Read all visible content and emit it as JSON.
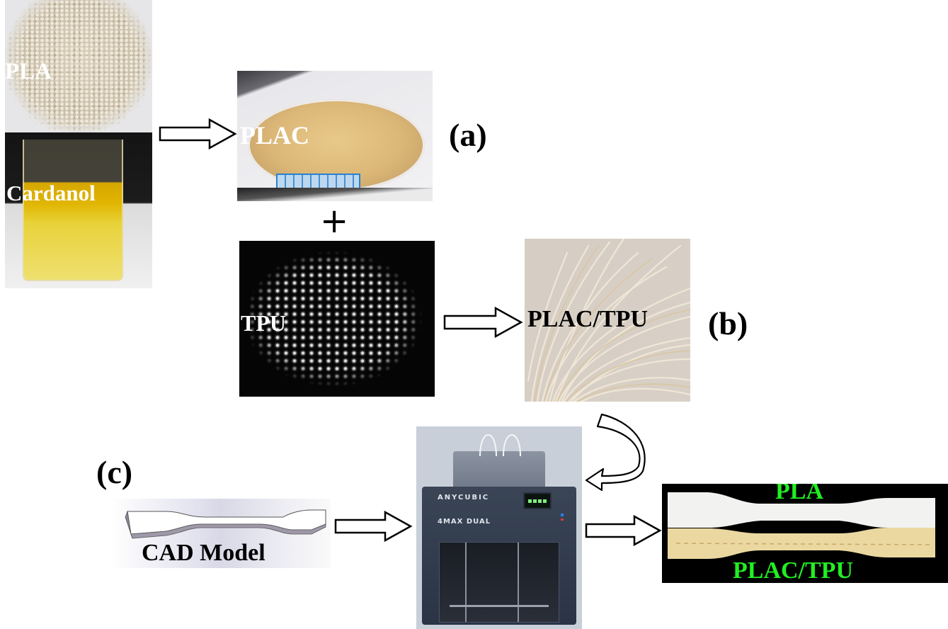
{
  "figure": {
    "panels": {
      "a": {
        "label": "(a)"
      },
      "b": {
        "label": "(b)"
      },
      "c": {
        "label": "(c)"
      }
    },
    "photos": {
      "pla": {
        "label": "PLA"
      },
      "cardanol": {
        "label": "Cardanol"
      },
      "plac": {
        "label": "PLAC"
      },
      "tpu": {
        "label": "TPU"
      },
      "filament": {
        "label": "PLAC/TPU"
      },
      "printer": {
        "brand": "ANYCUBIC",
        "model": "4MAX DUAL"
      },
      "cad": {
        "label": "CAD Model"
      },
      "specimens": {
        "top_label": "PLA",
        "bottom_label": "PLAC/TPU"
      }
    },
    "operators": {
      "plus": "+"
    },
    "colors": {
      "specimen_label": "#22ee22",
      "cardanol_oil": "#e0b400",
      "printer_body": "#2a3446"
    }
  }
}
